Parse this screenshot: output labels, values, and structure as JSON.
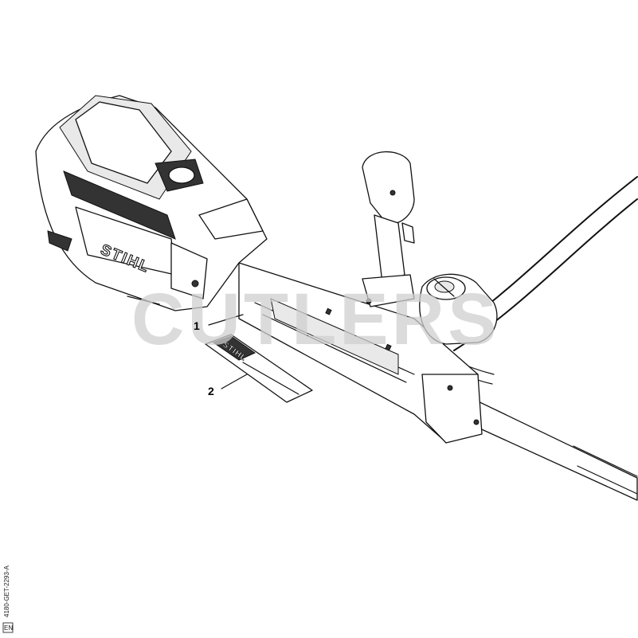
{
  "diagram": {
    "watermark_text": "CUTLERS",
    "brand_text": "STIHL",
    "callouts": [
      {
        "label": "1"
      },
      {
        "label": "2"
      }
    ],
    "drawing_code": "4180-GET-2293-A",
    "corner_mark": "EN"
  }
}
